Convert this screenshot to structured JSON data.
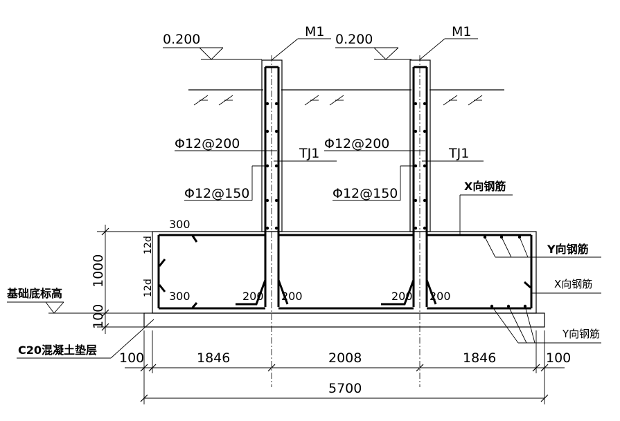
{
  "elevation": {
    "left": "0.200",
    "right": "0.200"
  },
  "callouts": {
    "m1_left": "M1",
    "m1_right": "M1",
    "wall_horiz_left": "Φ12@200",
    "wall_horiz_right": "Φ12@200",
    "tj1_left": "TJ1",
    "tj1_right": "TJ1",
    "wall_vert_left": "Φ12@150",
    "wall_vert_right": "Φ12@150",
    "x_rebar_top": "X向钢筋",
    "y_rebar_top": "Y向钢筋",
    "x_rebar_bottom": "X向钢筋",
    "y_rebar_bottom": "Y向钢筋"
  },
  "slab": {
    "cover_top": "300",
    "cover_bottom": "300",
    "dowel_1": "200",
    "dowel_2": "200",
    "dowel_3": "200",
    "dowel_4": "200",
    "lap_top": "12d",
    "lap_bottom": "12d"
  },
  "labels": {
    "base_elevation": "基础底标高",
    "cushion": "C20混凝土垫层"
  },
  "dimensions": {
    "slab_height": "1000",
    "cushion_height": "100",
    "edge_left": "100",
    "span_1": "1846",
    "span_2": "2008",
    "span_3": "1846",
    "edge_right": "100",
    "total": "5700"
  }
}
